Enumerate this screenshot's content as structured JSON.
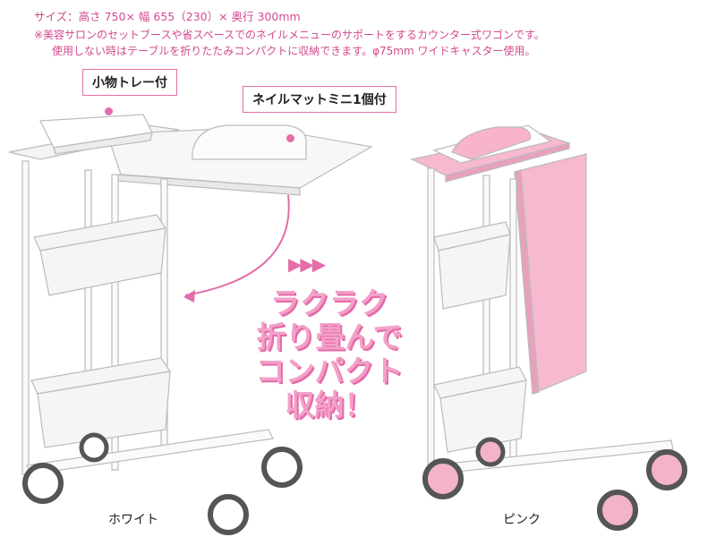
{
  "spec": {
    "size_line": "サイズ：高さ 750× 幅 655（230）× 奥行 300mm",
    "note_line1": "※美容サロンのセットブースや省スペースでのネイルメニューのサポートをするカウンター式ワゴンです。",
    "note_line2": "使用しない時はテーブルを折りたたみコンパクトに収納できます。φ75mm ワイドキャスター使用。"
  },
  "callouts": {
    "tray": "小物トレー付",
    "mat": "ネイルマットミニ1個付"
  },
  "slogan": {
    "arrows": "▶▶▶",
    "lines": [
      "ラクラク",
      "折り畳んで",
      "コンパクト",
      "収納！"
    ]
  },
  "captions": {
    "white": "ホワイト",
    "pink": "ピンク"
  },
  "colors": {
    "accent": "#e36ea9",
    "slogan_fill": "#f2a0c9",
    "pink_top": "#f6b9cf",
    "frame": "#ffffff",
    "caster_gray": "#555555"
  }
}
